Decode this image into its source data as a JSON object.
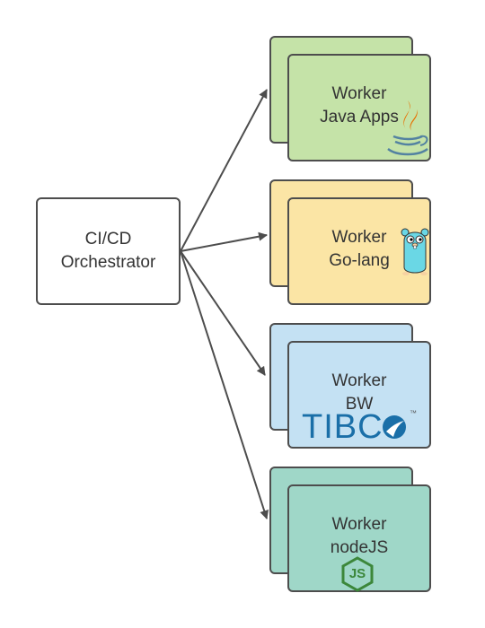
{
  "orchestrator": {
    "line1": "CI/CD",
    "line2": "Orchestrator"
  },
  "workers": [
    {
      "line1": "Worker",
      "line2": "Java Apps",
      "fill": "#c5e3a8",
      "logo": "java-logo"
    },
    {
      "line1": "Worker",
      "line2": "Go-lang",
      "fill": "#fbe5a5",
      "logo": "gopher-logo"
    },
    {
      "line1": "Worker",
      "line2": "BW",
      "fill": "#c4e1f3",
      "logo": "tibco-logo",
      "logo_text": "TIBC",
      "logo_tm": "™"
    },
    {
      "line1": "Worker",
      "line2": "nodeJS",
      "fill": "#9fd7c8",
      "logo": "nodejs-logo",
      "logo_text": "JS"
    }
  ],
  "colors": {
    "border": "#4d4d4d",
    "arrow": "#4d4d4d",
    "text": "#333333"
  }
}
